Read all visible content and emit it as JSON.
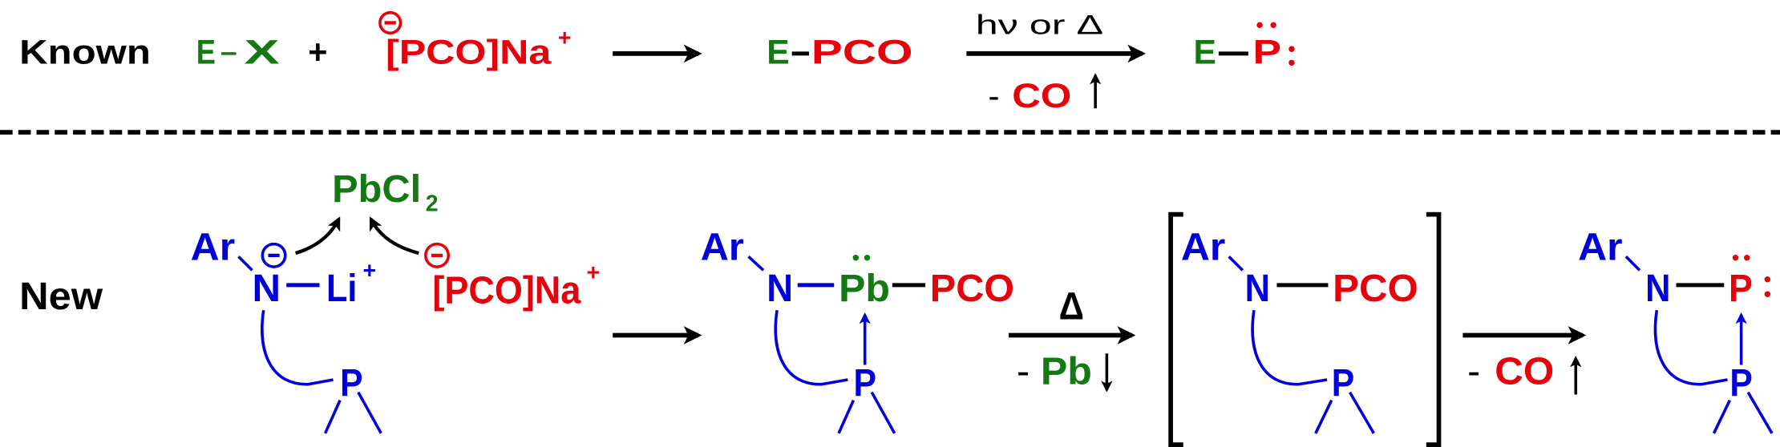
{
  "known": {
    "label": "Known",
    "reactant_e": "E",
    "reactant_x": "X",
    "plus": "+",
    "reagent": "[PCO]Na",
    "reagent_charge": "+",
    "intermediate_e": "E",
    "intermediate_pco": "PCO",
    "conditions_above": "hν or Δ",
    "conditions_below_minus": "-",
    "conditions_below_co": "CO",
    "product_e": "E",
    "product_p": "P"
  },
  "new": {
    "label": "New",
    "lead_reagent": "PbCl",
    "lead_reagent_subscript": "2",
    "amide": {
      "ar": "Ar",
      "n": "N",
      "li": "Li",
      "li_charge": "+",
      "p": "P"
    },
    "phosphaketene": {
      "reagent": "[PCO]Na",
      "charge": "+"
    },
    "plumbylene": {
      "ar": "Ar",
      "n": "N",
      "pb": "Pb",
      "pco": "PCO",
      "p": "P"
    },
    "step2": {
      "above": "Δ",
      "below_minus": "-",
      "below_pb": "Pb"
    },
    "intermediate": {
      "ar": "Ar",
      "n": "N",
      "pco": "PCO",
      "p": "P"
    },
    "step3": {
      "below_minus": "-",
      "below_co": "CO"
    },
    "product": {
      "ar": "Ar",
      "n": "N",
      "p_top": "P",
      "p_bottom": "P"
    }
  },
  "colors": {
    "main_group": "#137a13",
    "phosphorus_fragment": "#e8000b",
    "ligand": "#0000dd",
    "text": "#000000"
  }
}
